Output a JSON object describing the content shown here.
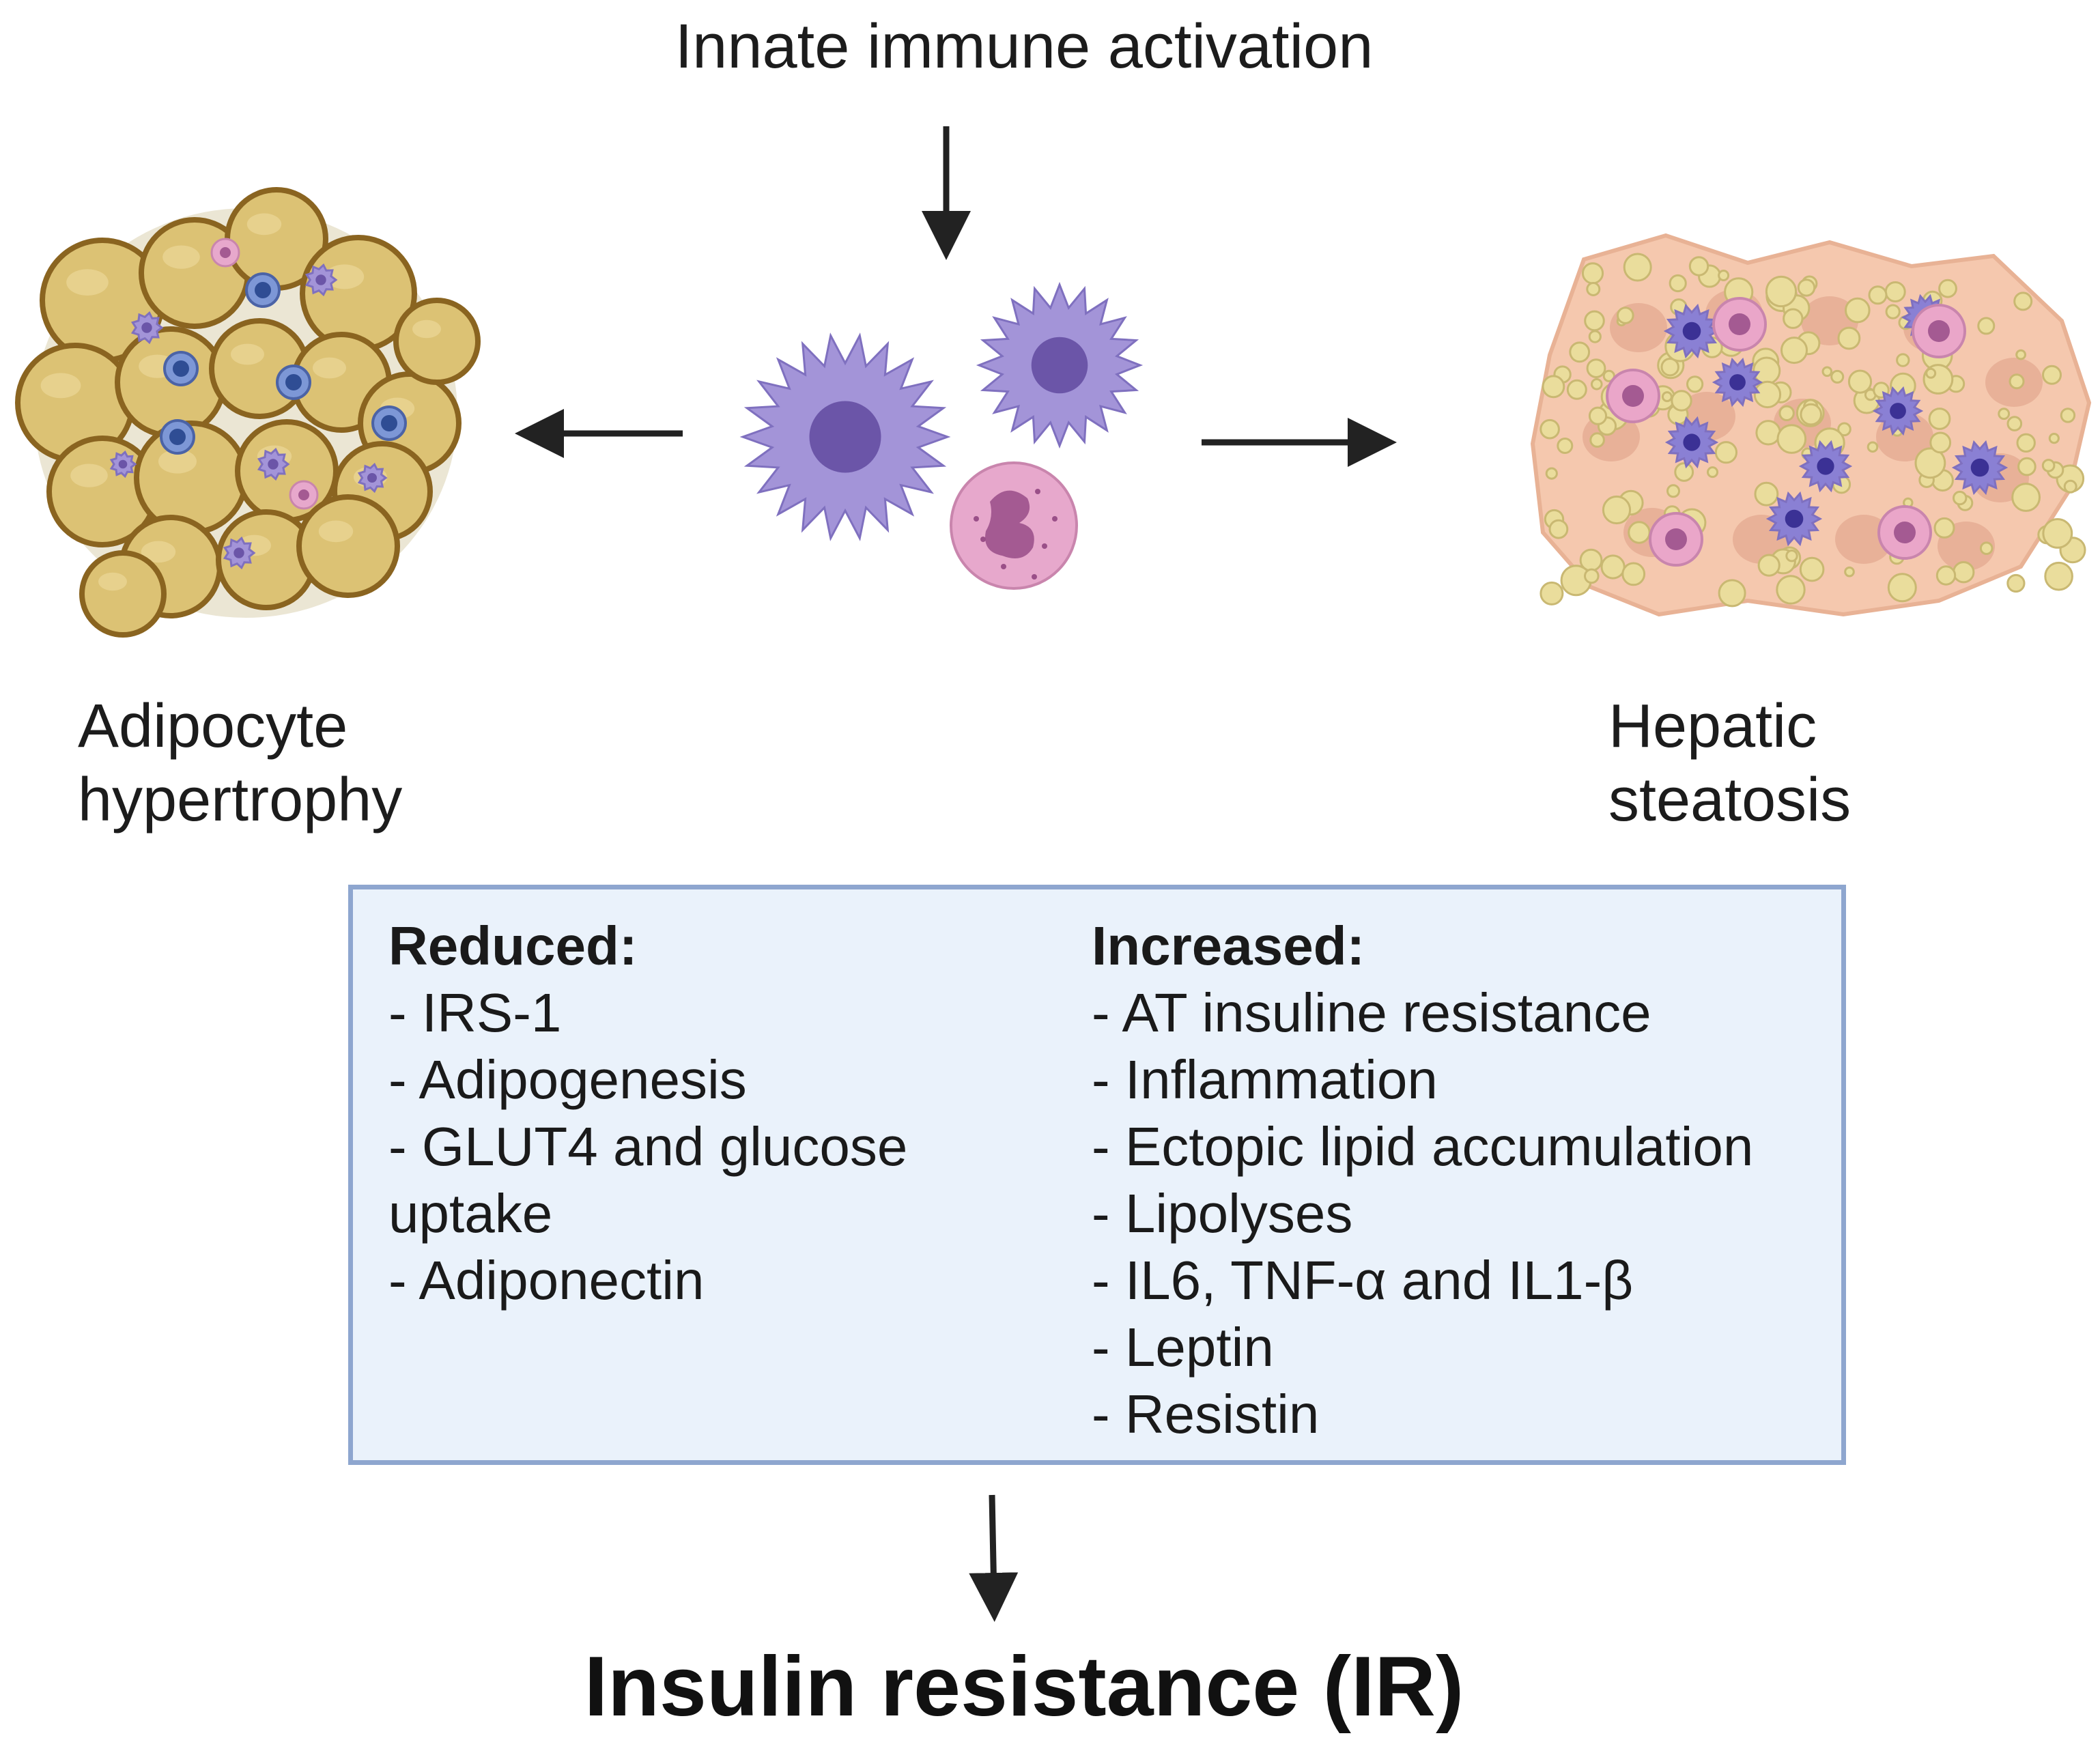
{
  "title": "Innate immune activation",
  "left_label": "Adipocyte\nhypertrophy",
  "right_label": "Hepatic\nsteatosis",
  "summary": {
    "reduced_heading": "Reduced:",
    "reduced_items": [
      "- IRS-1",
      "- Adipogenesis",
      "- GLUT4 and glucose uptake",
      "- Adiponectin"
    ],
    "increased_heading": "Increased:",
    "increased_items": [
      "- AT insuline resistance",
      "- Inflammation",
      "- Ectopic lipid accumulation",
      "- Lipolyses",
      "- IL6, TNF-α and IL1-β",
      "- Leptin",
      "- Resistin"
    ]
  },
  "outcome": "Insulin resistance (IR)",
  "icons": {
    "adipose": "adipose-tissue-icon",
    "immune": "immune-cells-icon",
    "liver": "liver-tissue-icon"
  },
  "colors": {
    "adipocyte": "#dcc274",
    "adipocyte_edge": "#8a6420",
    "macrophage": "#a394d8",
    "macrophage_nucleus": "#6b55a8",
    "neutrophil": "#e7a8cc",
    "neutrophil_nucleus": "#a45a92",
    "liver": "#f5c8ae",
    "lipid_droplet": "#eadd9c",
    "box_fill": "#eaf2fb",
    "box_border": "#8ea6cf",
    "arrow": "#222222"
  }
}
